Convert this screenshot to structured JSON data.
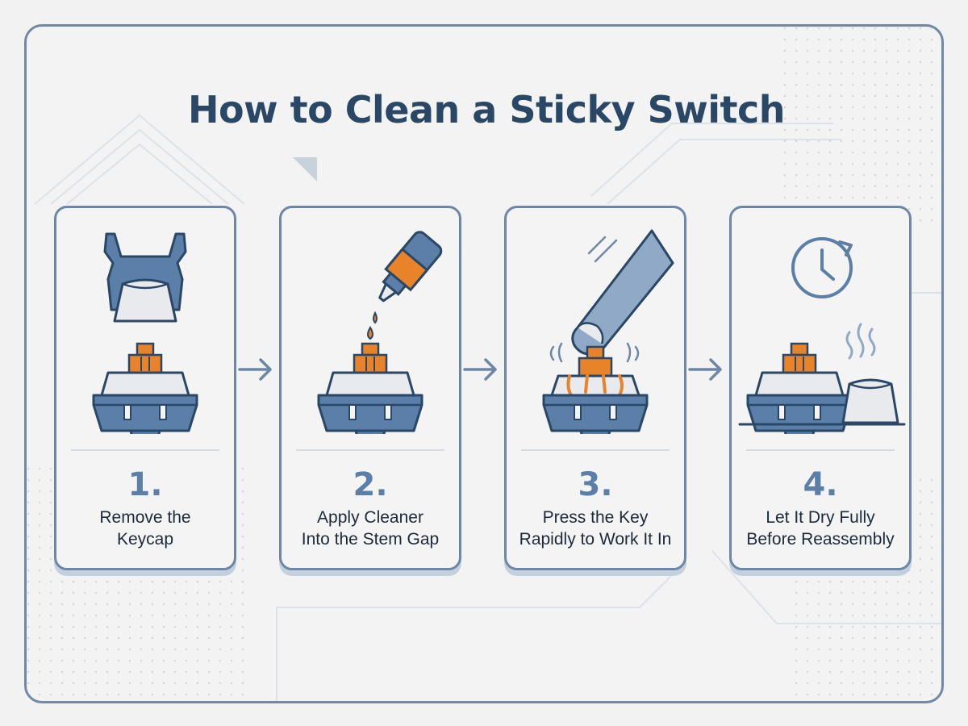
{
  "title": "How to Clean a Sticky Switch",
  "steps": [
    {
      "number": "1.",
      "lines": [
        "Remove the",
        "Keycap"
      ],
      "icon": "keycap-puller-icon"
    },
    {
      "number": "2.",
      "lines": [
        "Apply Cleaner",
        "Into the Stem Gap"
      ],
      "icon": "cleaner-bottle-icon"
    },
    {
      "number": "3.",
      "lines": [
        "Press the Key",
        "Rapidly to Work It In"
      ],
      "icon": "finger-press-icon"
    },
    {
      "number": "4.",
      "lines": [
        "Let It Dry Fully",
        "Before Reassembly"
      ],
      "icon": "clock-icon"
    }
  ],
  "colors": {
    "primary": "#5b7fa8",
    "outline": "#2a4766",
    "accent": "#e8832a",
    "card_border": "#6d87a5",
    "background": "#f2f2f2"
  }
}
